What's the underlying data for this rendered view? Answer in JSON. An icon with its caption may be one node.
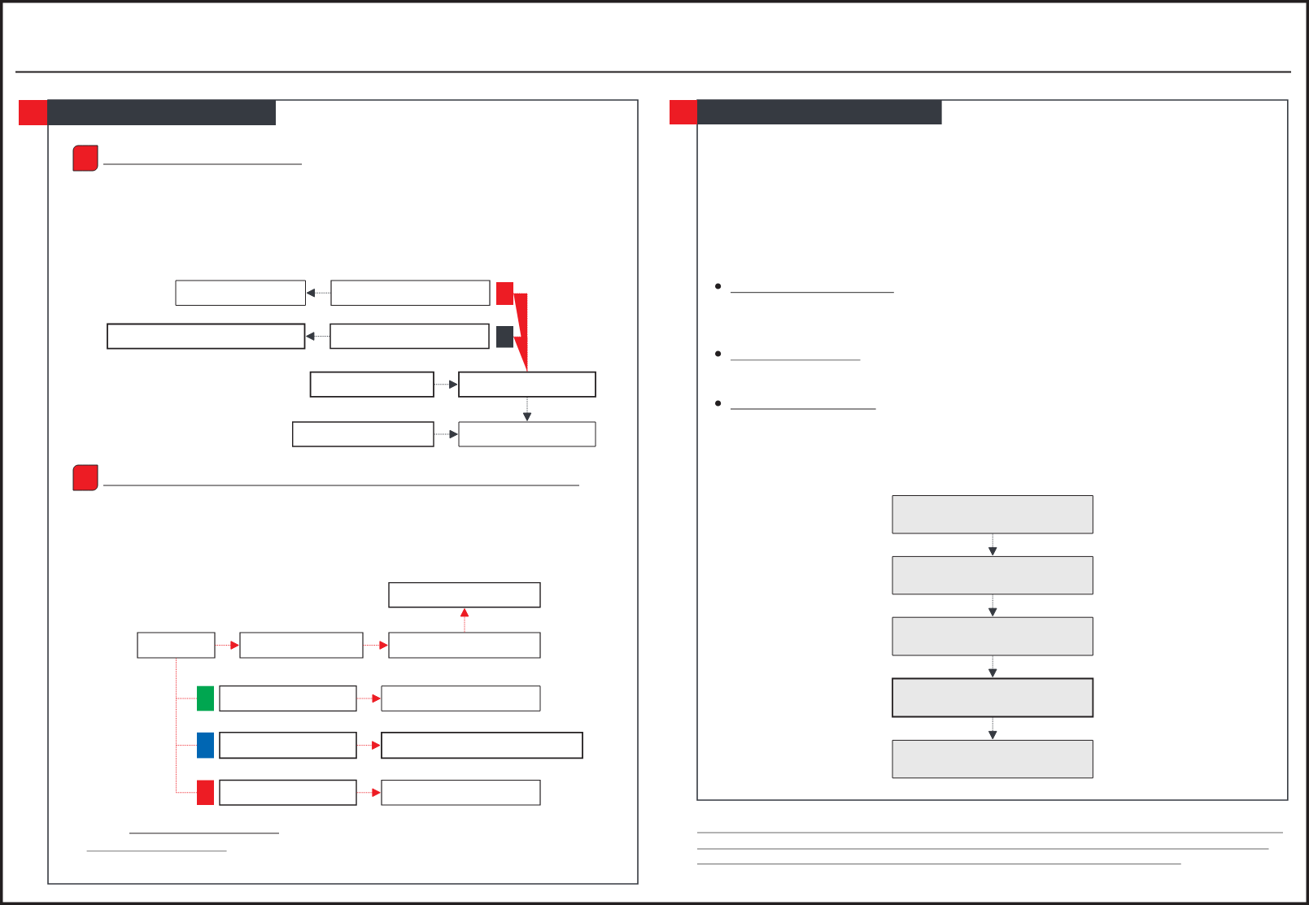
{
  "diagram": {
    "nodes": [
      {
        "text": [],
        "shape": "box"
      },
      {
        "text": [],
        "shape": "box"
      },
      {
        "text": [],
        "shape": "box"
      },
      {
        "text": [],
        "shape": "box"
      },
      {
        "text": [],
        "shape": "box"
      },
      {
        "text": [],
        "shape": "box"
      },
      {
        "text": [],
        "shape": "box"
      },
      {
        "text": [],
        "shape": "box"
      },
      {
        "text": [],
        "shape": "box"
      },
      {
        "text": [],
        "shape": "box"
      },
      {
        "text": [],
        "shape": "box"
      },
      {
        "text": [],
        "shape": "box"
      },
      {
        "text": [],
        "shape": "box"
      },
      {
        "text": [],
        "shape": "box"
      },
      {
        "text": [],
        "shape": "box"
      },
      {
        "text": [],
        "shape": "box"
      },
      {
        "text": [],
        "shape": "box"
      },
      {
        "text": [],
        "shape": "box"
      },
      {
        "text": [],
        "shape": "box"
      },
      {
        "text": [],
        "shape": "box"
      },
      {
        "text": [],
        "shape": "box"
      },
      {
        "text": [],
        "shape": "box"
      },
      {
        "text": [],
        "shape": "box"
      },
      {
        "text": [],
        "shape": "box"
      },
      {
        "text": [],
        "shape": "box"
      },
      {
        "text": [],
        "shape": "box"
      },
      {
        "text": [],
        "shape": "box"
      },
      {
        "text": [],
        "shape": "box"
      }
    ],
    "edges": [
      {
        "from": 1,
        "to": 0,
        "arrow": "to",
        "color": "#363a41"
      },
      {
        "from": 4,
        "to": 3,
        "arrow": "to",
        "color": "#363a41"
      },
      {
        "from": 2,
        "to": 7,
        "arrow": "none",
        "color": "#ed1c24"
      },
      {
        "from": 5,
        "to": 7,
        "arrow": "none",
        "color": "#ed1c24"
      },
      {
        "from": 6,
        "to": 7,
        "arrow": "to",
        "color": "#363a41"
      },
      {
        "from": 7,
        "to": 9,
        "arrow": "to",
        "color": "#363a41"
      },
      {
        "from": 8,
        "to": 9,
        "arrow": "to",
        "color": "#363a41"
      },
      {
        "from": 11,
        "to": 12,
        "arrow": "to",
        "color": "#ed1c24"
      },
      {
        "from": 12,
        "to": 13,
        "arrow": "to",
        "color": "#ed1c24"
      },
      {
        "from": 13,
        "to": 10,
        "arrow": "to",
        "color": "#ed1c24"
      },
      {
        "from": 11,
        "to": 14,
        "arrow": "none",
        "color": "#ed1c24"
      },
      {
        "from": 11,
        "to": 17,
        "arrow": "none",
        "color": "#ed1c24"
      },
      {
        "from": 11,
        "to": 20,
        "arrow": "none",
        "color": "#ed1c24"
      },
      {
        "from": 15,
        "to": 16,
        "arrow": "to",
        "color": "#ed1c24"
      },
      {
        "from": 18,
        "to": 19,
        "arrow": "to",
        "color": "#ed1c24"
      },
      {
        "from": 21,
        "to": 22,
        "arrow": "to",
        "color": "#ed1c24"
      },
      {
        "from": 23,
        "to": 24,
        "arrow": "to",
        "color": "#363a41"
      },
      {
        "from": 24,
        "to": 25,
        "arrow": "to",
        "color": "#363a41"
      },
      {
        "from": 25,
        "to": 26,
        "arrow": "to",
        "color": "#363a41"
      },
      {
        "from": 26,
        "to": 27,
        "arrow": "to",
        "color": "#363a41"
      }
    ]
  }
}
